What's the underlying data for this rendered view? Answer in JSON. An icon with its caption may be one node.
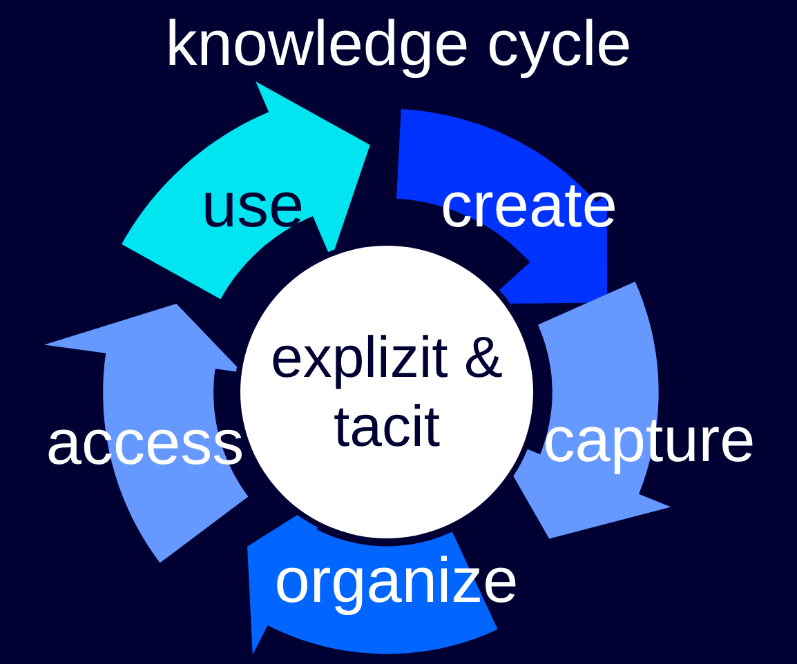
{
  "diagram": {
    "title": "knowledge cycle",
    "nodes": [
      {
        "text": [
          "explizit & tacit"
        ]
      },
      {
        "text": [
          "use"
        ]
      },
      {
        "text": [
          "create"
        ]
      },
      {
        "text": [
          "capture"
        ]
      },
      {
        "text": [
          "organize"
        ]
      },
      {
        "text": [
          "access"
        ]
      }
    ]
  }
}
